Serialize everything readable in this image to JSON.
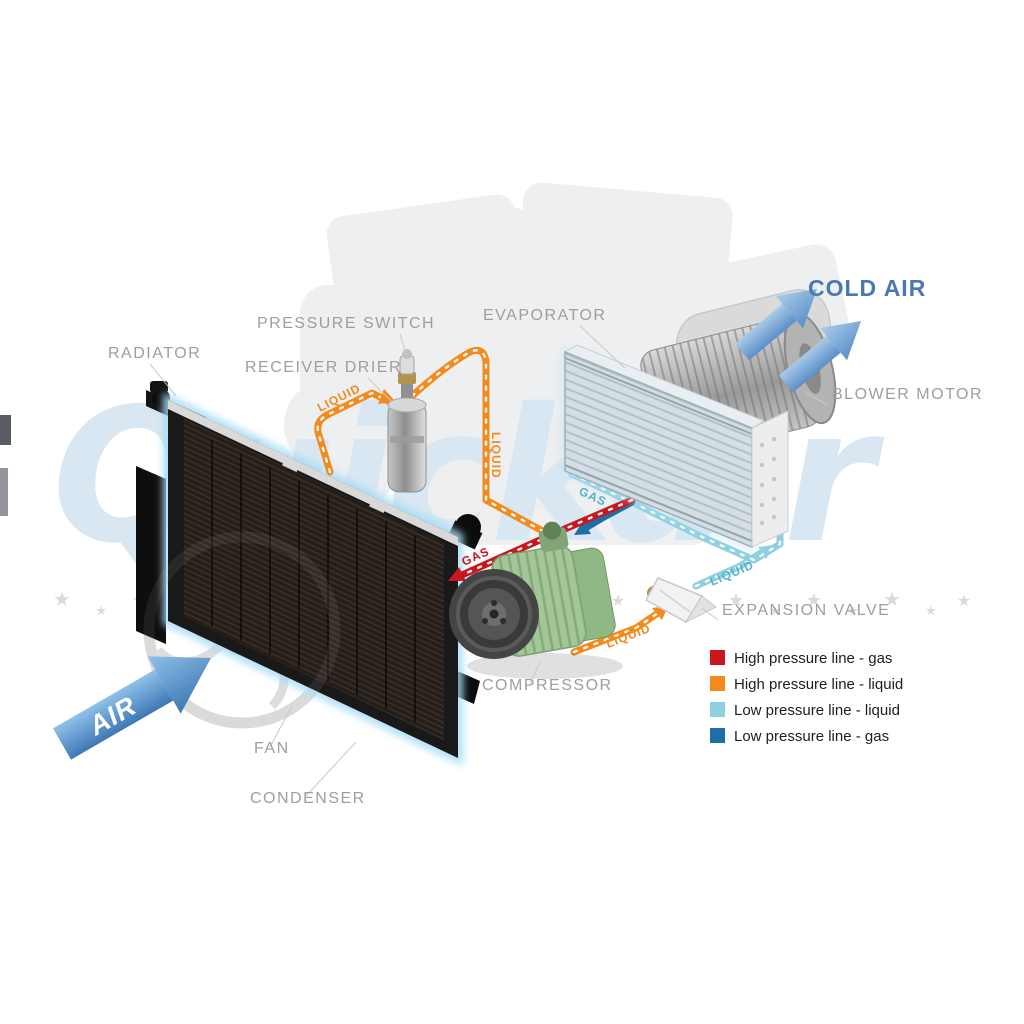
{
  "watermark": {
    "text": "Quickair",
    "star": "★"
  },
  "air_flow": {
    "air": "AIR",
    "cold_air": "COLD AIR"
  },
  "component_labels": {
    "radiator": "RADIATOR",
    "pressure_switch": "PRESSURE SWITCH",
    "receiver_drier": "RECEIVER DRIER",
    "evaporator": "EVAPORATOR",
    "blower_motor": "BLOWER MOTOR",
    "expansion_valve": "EXPANSION VALVE",
    "compressor": "COMPRESSOR",
    "fan": "FAN",
    "condenser": "CONDENSER"
  },
  "pipe_labels": {
    "liquid_condenser_to_drier": "LIQUID",
    "liquid_drier_down": "LIQUID",
    "liquid_to_expansion_valve": "LIQUID",
    "liquid_expansion_to_evaporator": "LIQUID",
    "gas_compressor_to_condenser": "GAS",
    "gas_evaporator_out": "GAS"
  },
  "legend": {
    "items": [
      {
        "label": "High pressure line - gas",
        "color": "#c8171e"
      },
      {
        "label": "High pressure line - liquid",
        "color": "#f28a1e"
      },
      {
        "label": "Low pressure line - liquid",
        "color": "#8fd0df"
      },
      {
        "label": "Low pressure line -  gas",
        "color": "#1d6fa8"
      }
    ]
  },
  "colors": {
    "cold_air_text": "#4a78b0",
    "label_text": "#9e9e9e",
    "watermark": "#d9e7f2"
  }
}
